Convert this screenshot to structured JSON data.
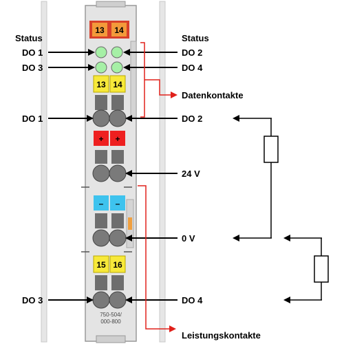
{
  "labels": {
    "status_left": "Status",
    "status_right": "Status",
    "do1_left": "DO 1",
    "do3_left": "DO 3",
    "do2_right": "DO 2",
    "do4_right": "DO 4",
    "do1_wire_left": "DO 1",
    "do2_wire_right": "DO 2",
    "v24": "24 V",
    "v0": "0 V",
    "do3_wire_left": "DO 3",
    "do4_wire_right": "DO 4",
    "datenkontakte": "Datenkontakte",
    "leistungskontakte": "Leistungskontakte",
    "model_line1": "750-504/",
    "model_line2": "000-800"
  },
  "chips": {
    "top_left": "13",
    "top_right": "14",
    "yellow_left": "13",
    "yellow_right": "14",
    "plus_left": "+",
    "plus_right": "+",
    "minus_left": "–",
    "minus_right": "–",
    "bottom_left": "15",
    "bottom_right": "16"
  },
  "colors": {
    "module_body": "#e4e4e4",
    "rail": "#cfcfcf",
    "led_green": "#a6f0a6",
    "chip_red_top": "#d8402a",
    "chip_orange": "#f39a3a",
    "chip_yellow": "#f7e93a",
    "chip_red": "#ee2020",
    "chip_cyan": "#3ec3ee",
    "arrow_red": "#e0201a",
    "terminal": "#6e6e6e"
  }
}
